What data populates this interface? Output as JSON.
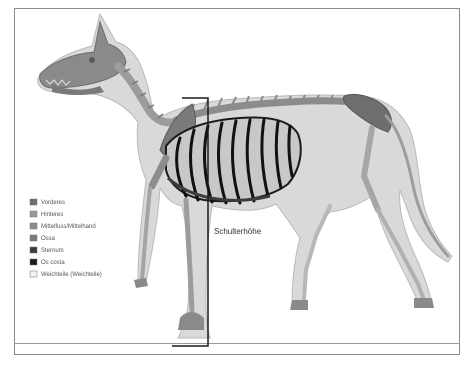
{
  "figure": {
    "annotation": "Schulterhöhe",
    "legend": [
      {
        "label": "Vorderes",
        "color": "#6f6f6f"
      },
      {
        "label": "Hinteres",
        "color": "#9a9a9a"
      },
      {
        "label": "Mittelfuss/Mittelhand",
        "color": "#8c8c8c"
      },
      {
        "label": "Ossa",
        "color": "#7a7a7a"
      },
      {
        "label": "Sternum",
        "color": "#3c3c3c"
      },
      {
        "label": "Os costa",
        "color": "#1a1a1a"
      },
      {
        "label": "Weichteile (Weichteile)",
        "color": "#f2f2f2"
      }
    ]
  },
  "colors": {
    "body_fill": "#d7d7d7",
    "bone_light": "#9c9c9c",
    "bone_dark": "#6e6e6e",
    "ribs": "#111111",
    "ribcage_fill": "#c8c8c8"
  }
}
